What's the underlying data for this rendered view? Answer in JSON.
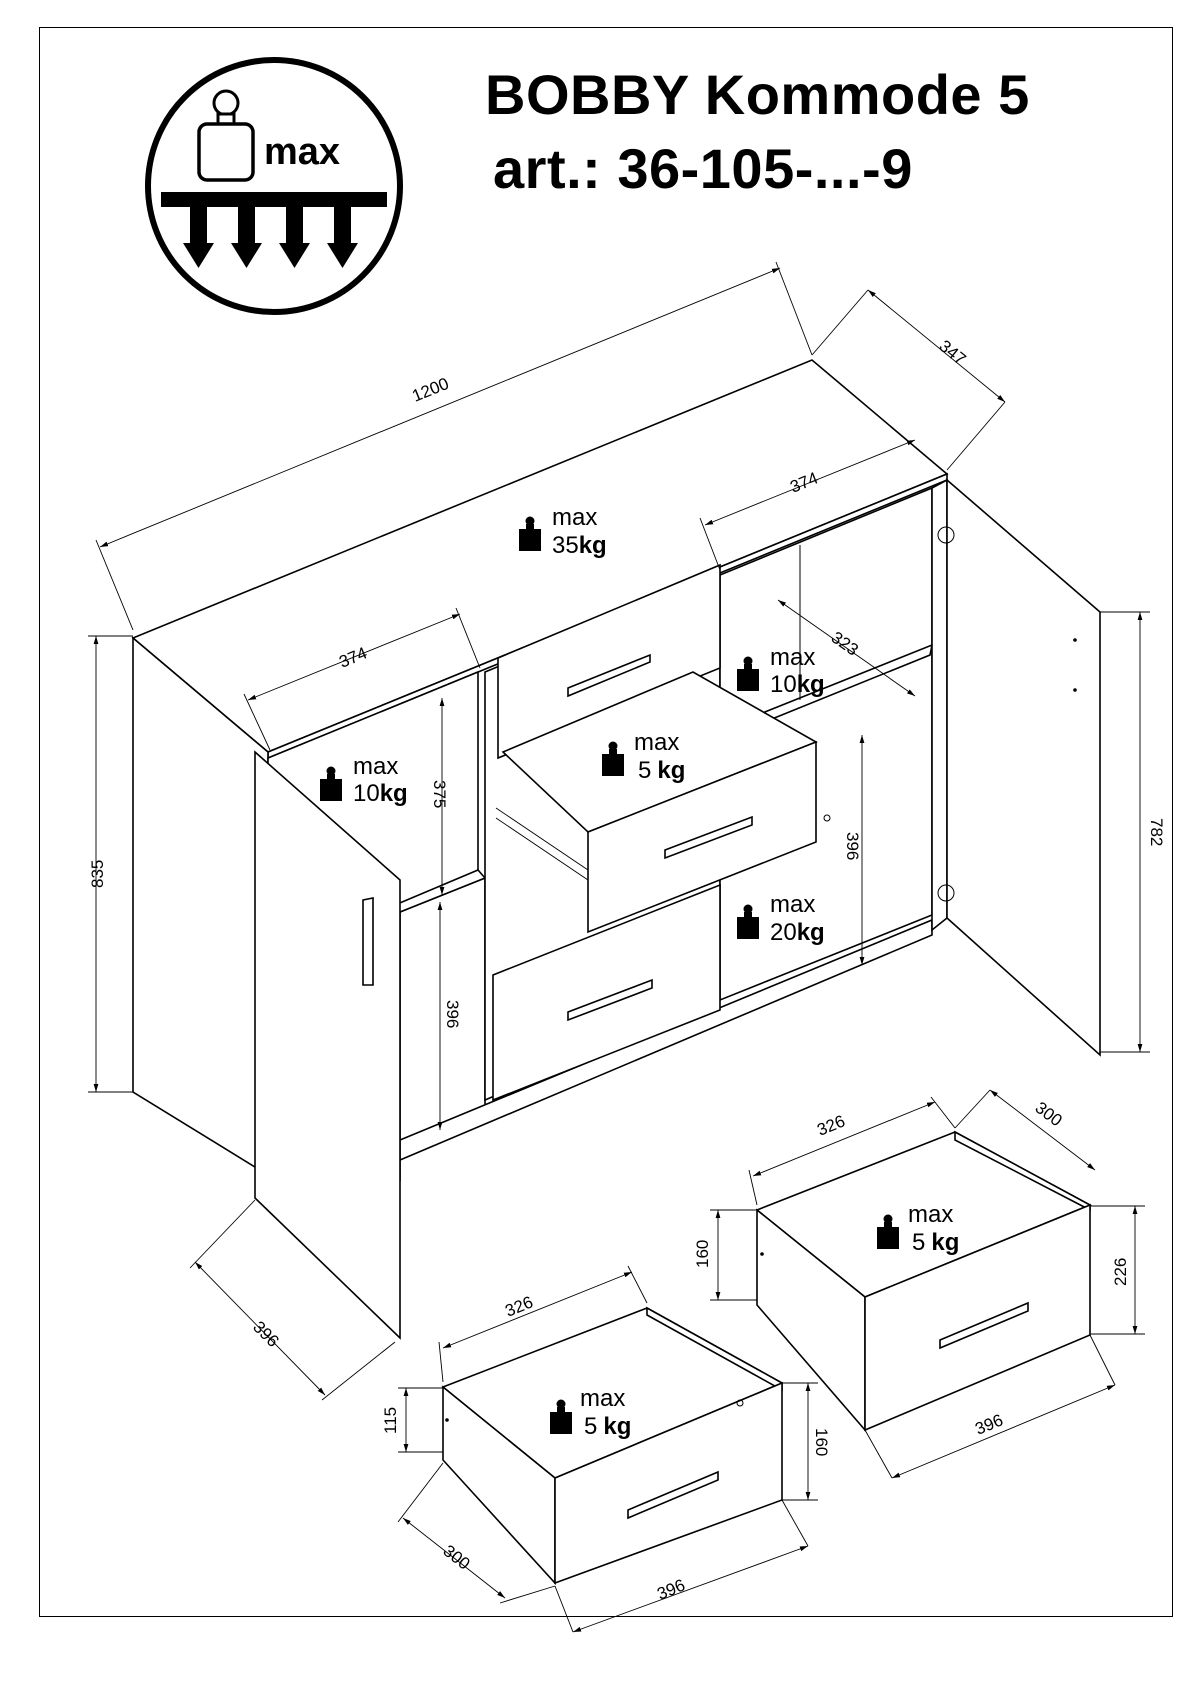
{
  "header": {
    "title": "BOBBY Kommode 5",
    "article": "art.: 36-105-...-9"
  },
  "badge": {
    "icon": "max-load-icon",
    "label": "max"
  },
  "dimensions": {
    "width": "1200",
    "depth": "347",
    "height": "835",
    "door_height": "782",
    "shelf_left_width": "374",
    "shelf_right_width": "374",
    "shelf_depth": "323",
    "left_upper_height": "375",
    "left_lower_height": "396",
    "right_lower_height": "396",
    "door_width": "396",
    "drawer_a_width": "326",
    "drawer_a_depth": "300",
    "drawer_a_height_back": "160",
    "drawer_a_height_front": "226",
    "drawer_a_front_width": "396",
    "drawer_b_width": "326",
    "drawer_b_height_back": "115",
    "drawer_b_height_front": "160",
    "drawer_b_depth": "300",
    "drawer_b_front_width": "396"
  },
  "loads": {
    "top": {
      "label": "max",
      "value": "35",
      "unit": "kg"
    },
    "shelf_right": {
      "label": "max",
      "value": "10",
      "unit": "kg"
    },
    "shelf_left": {
      "label": "max",
      "value": "10",
      "unit": "kg"
    },
    "drawer_open": {
      "label": "max",
      "value": "5",
      "unit": "kg"
    },
    "bottom_right": {
      "label": "max",
      "value": "20",
      "unit": "kg"
    },
    "drawer_a": {
      "label": "max",
      "value": "5",
      "unit": "kg"
    },
    "drawer_b": {
      "label": "max",
      "value": "5",
      "unit": "kg"
    }
  }
}
